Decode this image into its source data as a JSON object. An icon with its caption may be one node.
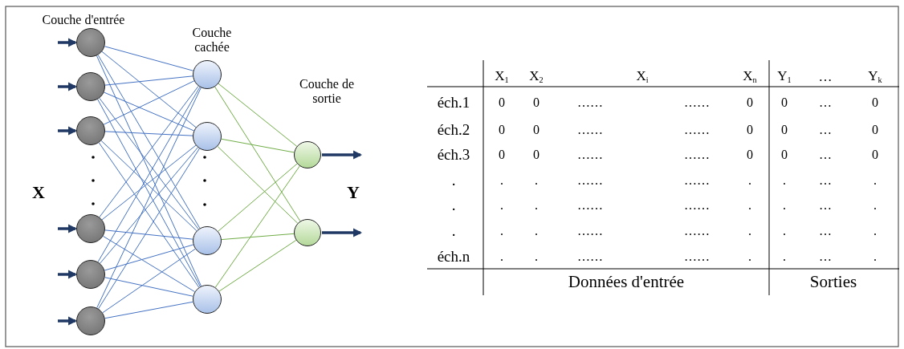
{
  "diagram": {
    "nodes": [
      {
        "text": [],
        "shape": "circle"
      },
      {
        "text": [],
        "shape": "circle"
      },
      {
        "text": [],
        "shape": "circle"
      },
      {
        "text": [],
        "shape": "circle"
      },
      {
        "text": [],
        "shape": "circle"
      },
      {
        "text": [],
        "shape": "circle"
      },
      {
        "text": [],
        "shape": "circle"
      },
      {
        "text": [],
        "shape": "circle"
      },
      {
        "text": [],
        "shape": "circle"
      },
      {
        "text": [],
        "shape": "circle"
      },
      {
        "text": [],
        "shape": "circle"
      },
      {
        "text": [],
        "shape": "circle"
      }
    ],
    "edges": [
      {
        "from": null,
        "to": 0,
        "arrow": "to",
        "style": "thick",
        "color": "#1f3864"
      },
      {
        "from": null,
        "to": 1,
        "arrow": "to",
        "style": "thick",
        "color": "#1f3864"
      },
      {
        "from": null,
        "to": 2,
        "arrow": "to",
        "style": "thick",
        "color": "#1f3864"
      },
      {
        "from": null,
        "to": 3,
        "arrow": "to",
        "style": "thick",
        "color": "#1f3864"
      },
      {
        "from": null,
        "to": 4,
        "arrow": "to",
        "style": "thick",
        "color": "#1f3864"
      },
      {
        "from": null,
        "to": 5,
        "arrow": "to",
        "style": "thick",
        "color": "#1f3864"
      },
      {
        "from": 0,
        "to": 6,
        "arrow": "none"
      },
      {
        "from": 0,
        "to": 7,
        "arrow": "none"
      },
      {
        "from": 0,
        "to": 8,
        "arrow": "none"
      },
      {
        "from": 0,
        "to": 9,
        "arrow": "none"
      },
      {
        "from": 1,
        "to": 6,
        "arrow": "none"
      },
      {
        "from": 1,
        "to": 7,
        "arrow": "none"
      },
      {
        "from": 1,
        "to": 8,
        "arrow": "none"
      },
      {
        "from": 1,
        "to": 9,
        "arrow": "none"
      },
      {
        "from": 2,
        "to": 6,
        "arrow": "none"
      },
      {
        "from": 2,
        "to": 7,
        "arrow": "none"
      },
      {
        "from": 2,
        "to": 8,
        "arrow": "none"
      },
      {
        "from": 2,
        "to": 9,
        "arrow": "none"
      },
      {
        "from": 3,
        "to": 6,
        "arrow": "none"
      },
      {
        "from": 3,
        "to": 7,
        "arrow": "none"
      },
      {
        "from": 3,
        "to": 8,
        "arrow": "none"
      },
      {
        "from": 3,
        "to": 9,
        "arrow": "none"
      },
      {
        "from": 4,
        "to": 6,
        "arrow": "none"
      },
      {
        "from": 4,
        "to": 7,
        "arrow": "none"
      },
      {
        "from": 4,
        "to": 8,
        "arrow": "none"
      },
      {
        "from": 4,
        "to": 9,
        "arrow": "none"
      },
      {
        "from": 5,
        "to": 6,
        "arrow": "none"
      },
      {
        "from": 5,
        "to": 7,
        "arrow": "none"
      },
      {
        "from": 5,
        "to": 8,
        "arrow": "none"
      },
      {
        "from": 5,
        "to": 9,
        "arrow": "none"
      },
      {
        "from": 6,
        "to": 10,
        "arrow": "none",
        "color": "#70ad47"
      },
      {
        "from": 6,
        "to": 11,
        "arrow": "none",
        "color": "#70ad47"
      },
      {
        "from": 7,
        "to": 10,
        "arrow": "none",
        "color": "#70ad47"
      },
      {
        "from": 7,
        "to": 11,
        "arrow": "none",
        "color": "#70ad47"
      },
      {
        "from": 8,
        "to": 10,
        "arrow": "none",
        "color": "#70ad47"
      },
      {
        "from": 8,
        "to": 11,
        "arrow": "none",
        "color": "#70ad47"
      },
      {
        "from": 9,
        "to": 10,
        "arrow": "none",
        "color": "#70ad47"
      },
      {
        "from": 9,
        "to": 11,
        "arrow": "none",
        "color": "#70ad47"
      },
      {
        "from": 10,
        "to": null,
        "arrow": "to",
        "style": "thick",
        "color": "#1f3864"
      },
      {
        "from": 11,
        "to": null,
        "arrow": "to",
        "style": "thick",
        "color": "#1f3864"
      }
    ],
    "labels": [
      "Couche d'entrée",
      "Couche cachée",
      "Couche de sortie",
      "X",
      "Y",
      "X$_{1}$",
      "X$_{2}$",
      "X$_{i}$",
      "X$_{n}$",
      "Y$_{1}$",
      "…",
      "Y$_{k}$",
      "éch.1",
      "0",
      "0",
      "……",
      "……",
      "0",
      "0",
      "…",
      "0",
      "éch.2",
      "0",
      "0",
      "……",
      "……",
      "0",
      "0",
      "…",
      "0",
      "éch.3",
      "0",
      "0",
      "……",
      "……",
      "0",
      "0",
      "…",
      "0",
      ".",
      ".",
      ".",
      "……",
      "……",
      ".",
      ".",
      "…",
      ".",
      ".",
      ".",
      ".",
      "……",
      "……",
      ".",
      ".",
      "…",
      ".",
      ".",
      ".",
      ".",
      "……",
      "……",
      ".",
      ".",
      "…",
      ".",
      "éch.n",
      ".",
      ".",
      "……",
      "……",
      ".",
      ".",
      "…",
      ".",
      "Données d'entrée",
      "Sorties"
    ]
  }
}
